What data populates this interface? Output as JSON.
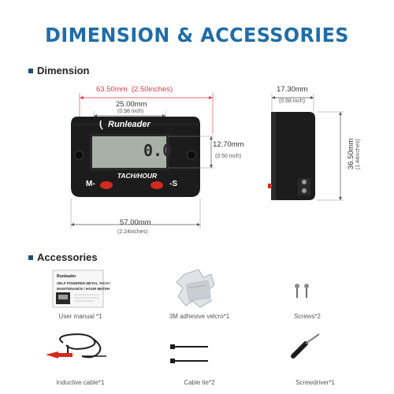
{
  "header": {
    "title": "DIMENSION & ACCESSORIES"
  },
  "dimension": {
    "heading": "Dimension",
    "overall_width_mm": "63.50mm",
    "overall_width_in": "(2.50inches)",
    "screen_width_mm": "25.00mm",
    "screen_width_in": "(0.98 inch)",
    "screen_height_mm": "12.70mm",
    "screen_height_in": "(0.50 inch)",
    "body_width_mm": "57.00mm",
    "body_width_in": "(2.24inches)",
    "depth_mm": "17.30mm",
    "depth_in": "(0.68 inch)",
    "height_mm": "36.50mm",
    "height_in": "(1.44inches)"
  },
  "device": {
    "brand": "Runleader",
    "display_value": "0.0",
    "mode_label": "TACH/HOUR",
    "left_button_label": "M-",
    "right_button_label": "-S"
  },
  "accessories": {
    "heading": "Accessories",
    "items": [
      {
        "caption": "User manual *1"
      },
      {
        "caption": "3M adhesive velcro*1"
      },
      {
        "caption": "Screws*2"
      },
      {
        "caption": "Inductive cable*1"
      },
      {
        "caption": "Cable tie*2"
      },
      {
        "caption": "Screwdriver*1"
      }
    ],
    "manual_text": {
      "brand": "Runleader",
      "line1": "SELF POWERED METAL TACH /",
      "line2": "MAINTENANCE / HOUR METER"
    }
  },
  "colors": {
    "title_blue": "#1e6da8",
    "dimension_red": "#e0384a",
    "device_body": "#1c1c1c",
    "button_red": "#d42b1e",
    "lcd": "#a9b0a8"
  }
}
